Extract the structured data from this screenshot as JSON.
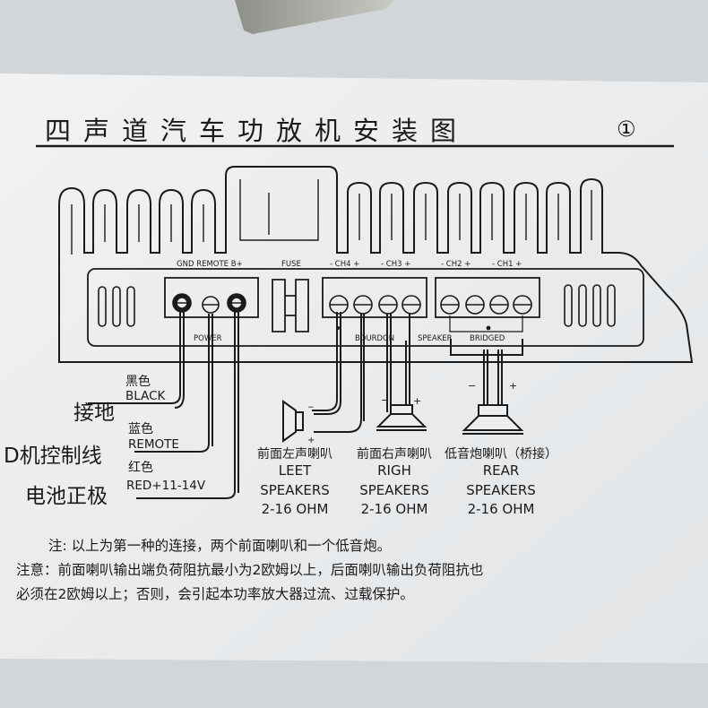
{
  "title": "四声道汽车功放机安装图",
  "page_number": "①",
  "top_labels": {
    "gnd_remote_b": "GND REMOTE B+",
    "fuse": "FUSE",
    "ch4": "- CH4 +",
    "ch3": "- CH3 +",
    "ch2": "- CH2 +",
    "ch1": "- CH1 +"
  },
  "panel_labels": {
    "power": "POWER",
    "bourdon": "BOURDON",
    "speaker": "SPEAKER",
    "bridged": "BRIDGED"
  },
  "wires": {
    "ground": {
      "cn": "接地",
      "color_cn": "黑色",
      "color_en": "BLACK"
    },
    "remote": {
      "cn": "D机控制线",
      "color_cn": "蓝色",
      "color_en": "REMOTE"
    },
    "battery": {
      "cn": "电池正极",
      "color_cn": "红色",
      "color_en": "RED+11-14V"
    }
  },
  "speakers": [
    {
      "cn": "前面左声喇叭",
      "en1": "LEET",
      "en2": "SPEAKERS",
      "ohm": "2-16 OHM"
    },
    {
      "cn": "前面右声喇叭",
      "en1": "RIGH",
      "en2": "SPEAKERS",
      "ohm": "2-16 OHM"
    },
    {
      "cn": "低音炮喇叭（桥接）",
      "en1": "REAR",
      "en2": "SPEAKERS",
      "ohm": "2-16 OHM"
    }
  ],
  "polarity": {
    "minus": "−",
    "plus": "+"
  },
  "notes": [
    "注:  以上为第一种的连接，两个前面喇叭和一个低音炮。",
    "注意：前面喇叭输出端负荷阻抗最小为2欧姆以上，后面喇叭输出负荷阻抗也",
    "必须在2欧姆以上；否则，会引起本功率放大器过流、过载保护。"
  ],
  "colors": {
    "paper": "#eceef0",
    "ink": "#1b1b1b",
    "background": "#d3d6d8"
  }
}
